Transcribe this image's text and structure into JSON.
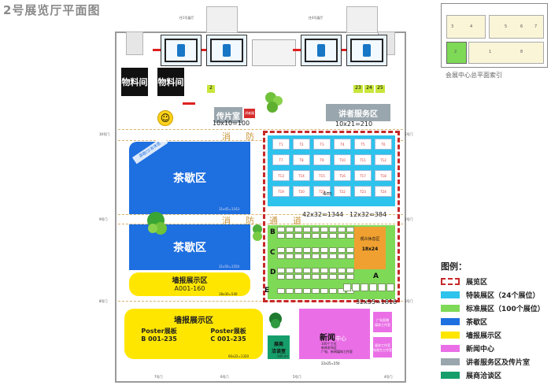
{
  "title": "2号展览厅平面图",
  "top": {
    "door_left": "往1号展厅",
    "door_right": "往4号展厅",
    "storage_left": "物料间",
    "storage_right": "物料间",
    "copy_room": {
      "name": "传片室",
      "dims": "10x10=100",
      "badge": "讲者服务"
    },
    "speaker_room": {
      "name": "讲者服务区",
      "dims": "10x21=210"
    },
    "room_numbers": [
      "2",
      "23",
      "24",
      "25"
    ]
  },
  "aisles": {
    "fire_left": "消",
    "fire_right": "防",
    "channel_left": "通",
    "channel_right": "道"
  },
  "tea_top": {
    "label": "茶歇区",
    "dims": "31x45=1163",
    "diagonal": "茶歇/沙发休息"
  },
  "tea_mid": {
    "label": "茶歇区",
    "dims": "31x50=1550"
  },
  "poster_top": {
    "label": "墙报展示区",
    "sub": "A001-160",
    "dims": "18x30=540"
  },
  "poster_bottom": {
    "label": "墙报展示区",
    "col1_title": "Poster展板",
    "col1_range": "B 001-235",
    "col2_title": "Poster展板",
    "col2_range": "C 001-235",
    "dims": "60x22=1320"
  },
  "special": {
    "labels": [
      "T1",
      "T2",
      "T3",
      "T4",
      "T5",
      "T6",
      "T7",
      "T8",
      "T9",
      "T10",
      "T11",
      "T12",
      "T13",
      "T14",
      "T15",
      "T16",
      "T17",
      "T18",
      "T19",
      "T20",
      "T21",
      "T22",
      "T23",
      "T24"
    ],
    "gap": "4m",
    "dim_left": "42x32=1344",
    "dim_right": "12x32=384"
  },
  "standard": {
    "rows": [
      "A",
      "B",
      "C",
      "D",
      "E"
    ],
    "orange_label": "观众休息区",
    "orange_dims": "18x24",
    "dims": "32x55=1816"
  },
  "news": {
    "label": "新闻",
    "label2": "中心",
    "sub": "100个工位\n新闻发布区\n广电、新闻媒体工作室",
    "dims": "22x25=550"
  },
  "media_rooms": [
    "广电直播\n媒体工作室",
    "媒体工作室\n电视台工作室"
  ],
  "negotiation": {
    "label": "展商\n洽谈室",
    "dims": "100 m²"
  },
  "exits": [
    "1号门",
    "2号门",
    "3号门",
    "4号门",
    "5号门",
    "6号门",
    "7号门",
    "8号门",
    "9号门",
    "10号门"
  ],
  "legend": {
    "title": "图例：",
    "items": [
      {
        "label": "展览区",
        "color": "#c62828",
        "kind": "dash"
      },
      {
        "label": "特装展区（24个展位）",
        "color": "#2dc3ec",
        "kind": "fill"
      },
      {
        "label": "标准展区（100个展位）",
        "color": "#7ed957",
        "kind": "fill"
      },
      {
        "label": "茶歇区",
        "color": "#1e6fe0",
        "kind": "fill"
      },
      {
        "label": "墙报展示区",
        "color": "#ffe600",
        "kind": "fill"
      },
      {
        "label": "新闻中心",
        "color": "#ea6fe6",
        "kind": "fill"
      },
      {
        "label": "讲者服务区及传片室",
        "color": "#9aa6ad",
        "kind": "fill"
      },
      {
        "label": "展商洽谈区",
        "color": "#169e6a",
        "kind": "fill"
      }
    ]
  },
  "index": {
    "caption": "会展中心总平面索引",
    "cells": [
      "3",
      "4",
      "5",
      "2",
      "1",
      "6",
      "7",
      "8"
    ]
  }
}
